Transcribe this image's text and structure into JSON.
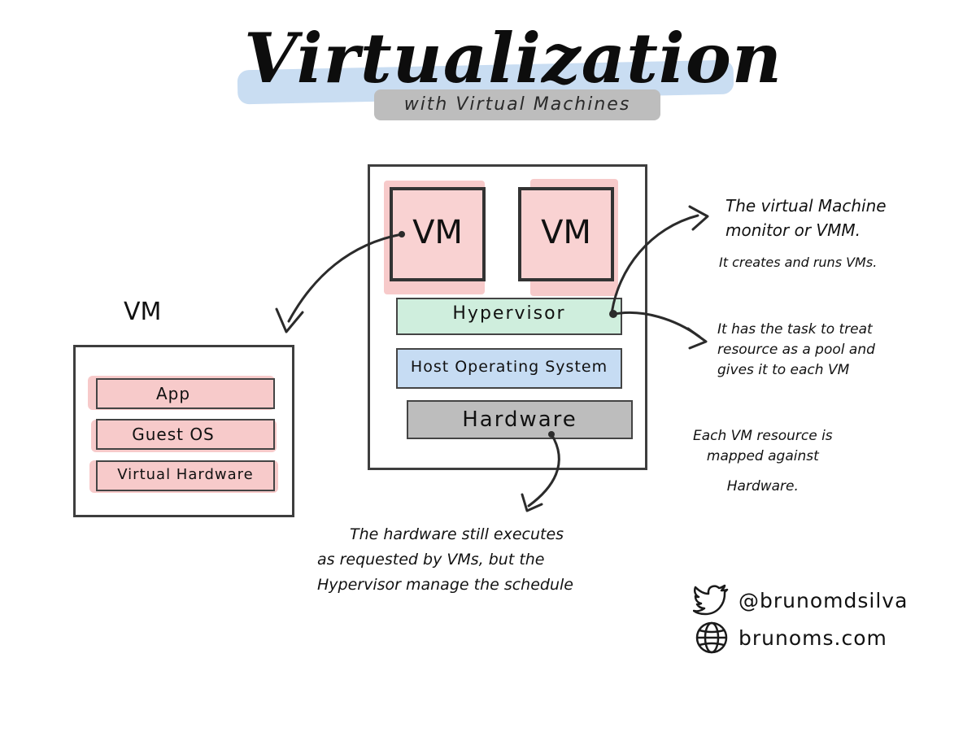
{
  "title": "Virtualization",
  "subtitle": "with Virtual Machines",
  "host": {
    "vm_left_label": "VM",
    "vm_right_label": "VM",
    "hypervisor_label": "Hypervisor",
    "host_os_label": "Host Operating System",
    "hardware_label": "Hardware"
  },
  "vm_detail": {
    "heading": "VM",
    "layers": [
      "App",
      "Guest OS",
      "Virtual Hardware"
    ]
  },
  "notes": {
    "vmm_title_lines": [
      "The virtual Machine",
      "monitor or VMM."
    ],
    "vmm_subtitle": "It creates and runs VMs.",
    "pool_lines": [
      "It has the task to treat",
      "resource as a pool and",
      "gives it to each VM"
    ],
    "mapping_lines": [
      "Each VM resource is",
      "mapped against",
      "Hardware."
    ],
    "hardware_lines": [
      "The hardware still executes",
      "as requested by VMs, but the",
      "Hypervisor manage the schedule"
    ]
  },
  "social": {
    "twitter_handle": "@brunomdsilva",
    "website": "brunoms.com",
    "twitter_icon": "twitter-bird-icon",
    "website_icon": "globe-icon"
  },
  "colors": {
    "vm_pink": "#f7caca",
    "hypervisor_green": "#cfeedd",
    "host_os_blue": "#c6dcf3",
    "hardware_gray": "#bdbdbd",
    "title_highlight_blue": "#c9ddf2",
    "ink": "#111111"
  }
}
